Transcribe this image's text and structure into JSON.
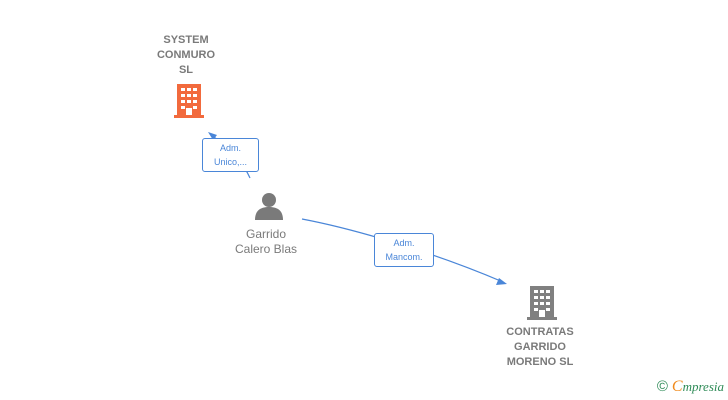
{
  "colors": {
    "company_highlight": "#f26a3d",
    "company_default": "#808080",
    "person": "#7a7a7a",
    "edge": "#4a86d8",
    "watermark_green": "#2e8b57",
    "watermark_orange": "#f08a1c"
  },
  "nodes": {
    "system_conmuro": {
      "name_lines": [
        "SYSTEM",
        "CONMURO",
        "SL"
      ],
      "icon": "building-icon",
      "color": "#f26a3d"
    },
    "garrido": {
      "name_lines": [
        "Garrido",
        "Calero Blas"
      ],
      "icon": "person-icon",
      "color": "#7a7a7a"
    },
    "contratas": {
      "name_lines": [
        "CONTRATAS",
        "GARRIDO",
        "MORENO SL"
      ],
      "icon": "building-icon",
      "color": "#808080"
    }
  },
  "edges": {
    "garrido_to_system": {
      "label_lines": [
        "Adm.",
        "Unico,..."
      ]
    },
    "garrido_to_contratas": {
      "label_lines": [
        "Adm.",
        "Mancom."
      ]
    }
  },
  "watermark": {
    "copyright": "©",
    "brand_first": "C",
    "brand_rest": "mpresia"
  }
}
